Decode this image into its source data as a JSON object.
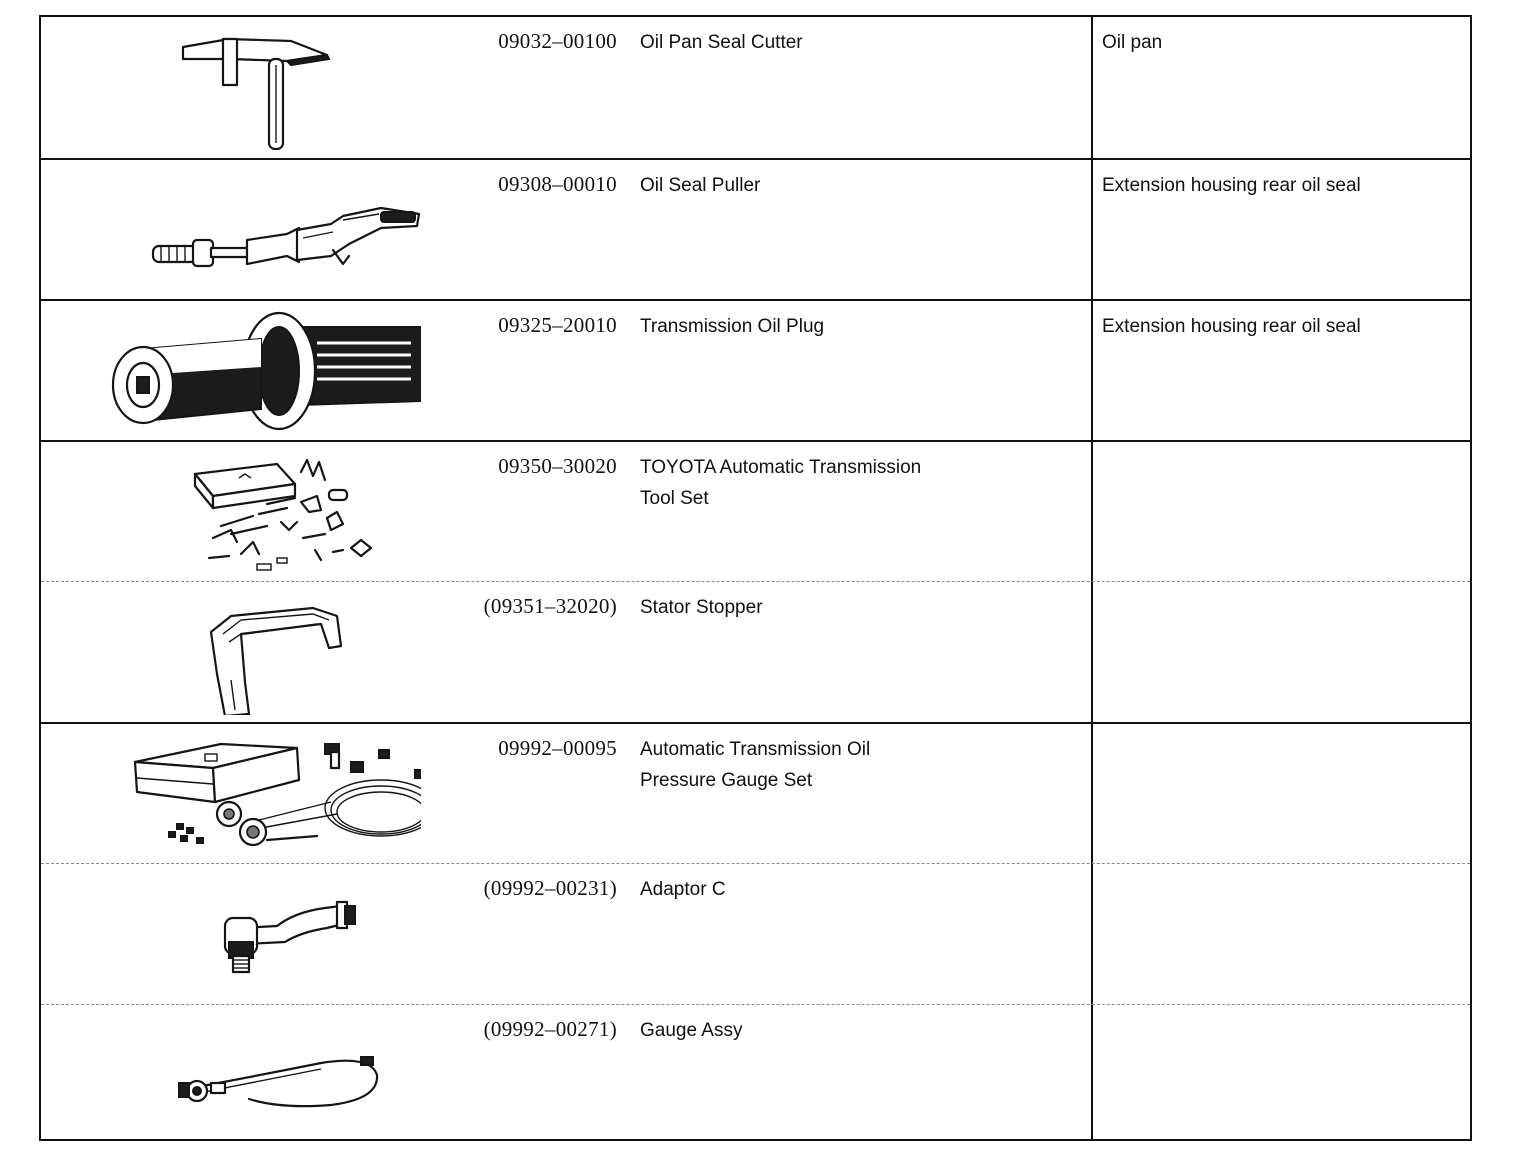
{
  "rows": [
    {
      "part_number": "09032–00100",
      "name_lines": [
        "Oil Pan Seal Cutter"
      ],
      "usage": "Oil pan",
      "illustration_icon": "oil-pan-seal-cutter-icon"
    },
    {
      "part_number": "09308–00010",
      "name_lines": [
        "Oil Seal Puller"
      ],
      "usage": "Extension housing rear oil seal",
      "illustration_icon": "oil-seal-puller-icon"
    },
    {
      "part_number": "09325–20010",
      "name_lines": [
        "Transmission Oil Plug"
      ],
      "usage": "Extension housing rear oil seal",
      "illustration_icon": "transmission-oil-plug-icon"
    },
    {
      "part_number": "09350–30020",
      "name_lines": [
        "TOYOTA Automatic Transmission",
        "Tool Set"
      ],
      "usage": "",
      "illustration_icon": "tool-set-icon"
    },
    {
      "part_number": "(09351–32020)",
      "name_lines": [
        "Stator Stopper"
      ],
      "usage": "",
      "illustration_icon": "stator-stopper-icon"
    },
    {
      "part_number": "09992–00095",
      "name_lines": [
        "Automatic Transmission Oil",
        "Pressure Gauge Set"
      ],
      "usage": "",
      "illustration_icon": "pressure-gauge-set-icon"
    },
    {
      "part_number": "(09992–00231)",
      "name_lines": [
        "Adaptor C"
      ],
      "usage": "",
      "illustration_icon": "adaptor-c-icon"
    },
    {
      "part_number": "(09992–00271)",
      "name_lines": [
        "Gauge Assy"
      ],
      "usage": "",
      "illustration_icon": "gauge-assy-icon"
    }
  ]
}
